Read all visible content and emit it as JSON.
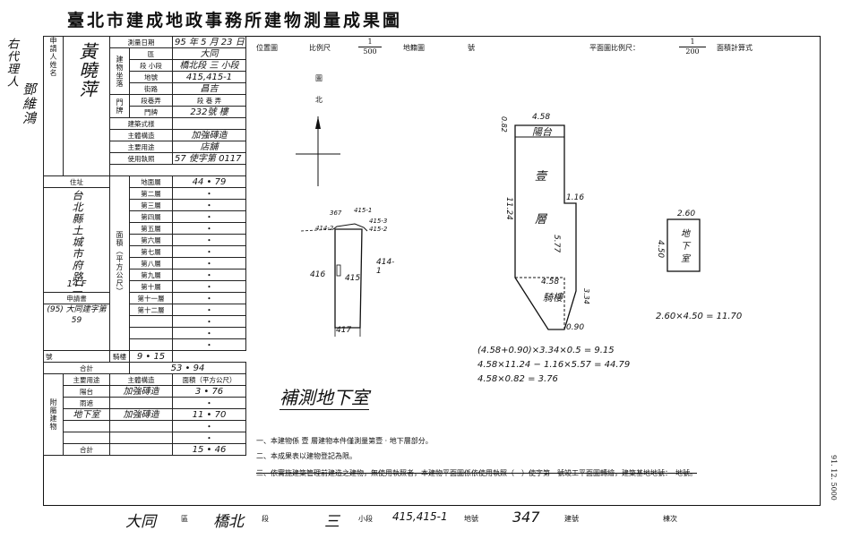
{
  "title": "臺北市建成地政事務所建物測量成果圖",
  "side": {
    "agent_note": "右代理人",
    "agent_name": "鄧維鴻"
  },
  "table": {
    "applicant_label": "申請人姓名",
    "applicant_name": "黃曉萍",
    "survey_date_label": "測量日期",
    "survey_date": "95 年 5 月 23 日",
    "district_label": "區",
    "district": "大同",
    "section_label": "段 小段",
    "section": "橋北段 三 小段",
    "land_no_label": "地號",
    "land_no": "415,415-1",
    "road_label": "街路",
    "road": "昌吉",
    "lane_label": "段巷弄",
    "lane": "段 巷 弄",
    "door_label": "門牌",
    "door": "232號",
    "floor_word": "樓",
    "structure_label": "建築式樣",
    "main_structure_label": "主體構造",
    "main_structure": "加強磚造",
    "main_use_label": "主要用途",
    "main_use": "店舖",
    "license_label": "使用執照",
    "license": "57 使字第 0117 號",
    "address_label": "住址",
    "address": "台北縣土城市府路二段",
    "address2": "14 F",
    "request_label": "申請書",
    "request": "(95) 大同建字第 59",
    "request_no_word": "號",
    "floors": [
      {
        "name": "地面層",
        "area": "44 • 79"
      },
      {
        "name": "第二層",
        "area": "•"
      },
      {
        "name": "第三層",
        "area": "•"
      },
      {
        "name": "第四層",
        "area": "•"
      },
      {
        "name": "第五層",
        "area": "•"
      },
      {
        "name": "第六層",
        "area": "•"
      },
      {
        "name": "第七層",
        "area": "•"
      },
      {
        "name": "第八層",
        "area": "•"
      },
      {
        "name": "第九層",
        "area": "•"
      },
      {
        "name": "第十層",
        "area": "•"
      },
      {
        "name": "第十一層",
        "area": "•"
      },
      {
        "name": "第十二層",
        "area": "•"
      }
    ],
    "area_unit_label": "面積（平方公尺）",
    "mezzanine_label": "騎樓",
    "mezzanine_area": "9 • 15",
    "total_label": "合計",
    "total_area": "53 • 94",
    "attach_label": "附屬建物",
    "attach_use_label": "主要用途",
    "attach_struct_label": "主體構造",
    "attach_area_label": "面積（平方公尺）",
    "attachments": [
      {
        "use": "陽台",
        "structure": "加強磚造",
        "area": "3 • 76"
      },
      {
        "use": "雨遮",
        "structure": "",
        "area": "•"
      },
      {
        "use": "地下室",
        "structure": "加強磚造",
        "area": "11 • 70"
      },
      {
        "use": "",
        "structure": "",
        "area": "•"
      }
    ],
    "attach_total_label": "合計",
    "attach_total": "15 • 46"
  },
  "header": {
    "position_label": "位置圖",
    "scale_label": "比例尺",
    "scale_num": "1",
    "scale_den": "500",
    "cadastral_label": "地籍圖",
    "sheet_label": "號",
    "plan_scale_label": "平面圖比例尺：",
    "plan_num": "1",
    "plan_den": "200",
    "area_calc_label": "面積計算式"
  },
  "north": {
    "l1": "圖",
    "l2": "北"
  },
  "sitemap": {
    "lot_main": "415",
    "lot_left": "416",
    "lot_right": "414-1",
    "lot_bottom": "417",
    "lot_top1": "415-1",
    "lot_top2": "415-3",
    "lot_top3": "415-2",
    "lot_top4": "367",
    "lot_top5": "414-2"
  },
  "plan": {
    "dim_top": "4.58",
    "dim_left_top": "0.82",
    "balcony": "陽台",
    "floor1": "壹",
    "floor2": "層",
    "dim_notch": "1.16",
    "dim_left": "11.24",
    "dim_inner": "5.77",
    "dim_bottom": "4.58",
    "arcade": "騎樓",
    "dim_right_bottom": "3.34",
    "dim_corner": "0.90"
  },
  "basement": {
    "dim_w": "2.60",
    "dim_h": "4.50",
    "label1": "地",
    "label2": "下",
    "label3": "室",
    "formula": "2.60×4.50 = 11.70"
  },
  "calcs": [
    "(4.58+0.90)×3.34×0.5 = 9.15",
    "4.58×11.24 − 1.16×5.57 = 44.79",
    "4.58×0.82 = 3.76"
  ],
  "supplement": "補測地下室",
  "notes": [
    "一、本建物係 壹 層建物本件僅測量第壹 · 地下層部分。",
    "二、本成果表以建物登記為限。",
    "三、依實施建築管理前建造之建物，無使用執照者，本建物平面圖係依使用執照（　）使字第　號竣工平面圖轉繪，建築基地地號：　地號。"
  ],
  "footer": {
    "district": "大同",
    "district_label": "區",
    "section": "橋北",
    "section_label": "段",
    "subsection": "三",
    "subsection_label": "小段",
    "land_no": "415,415-1",
    "land_no_label": "地號",
    "building_no": "347",
    "building_no_label": "建號",
    "order_label": "棟次"
  },
  "print_code": "91. 12. 5000"
}
